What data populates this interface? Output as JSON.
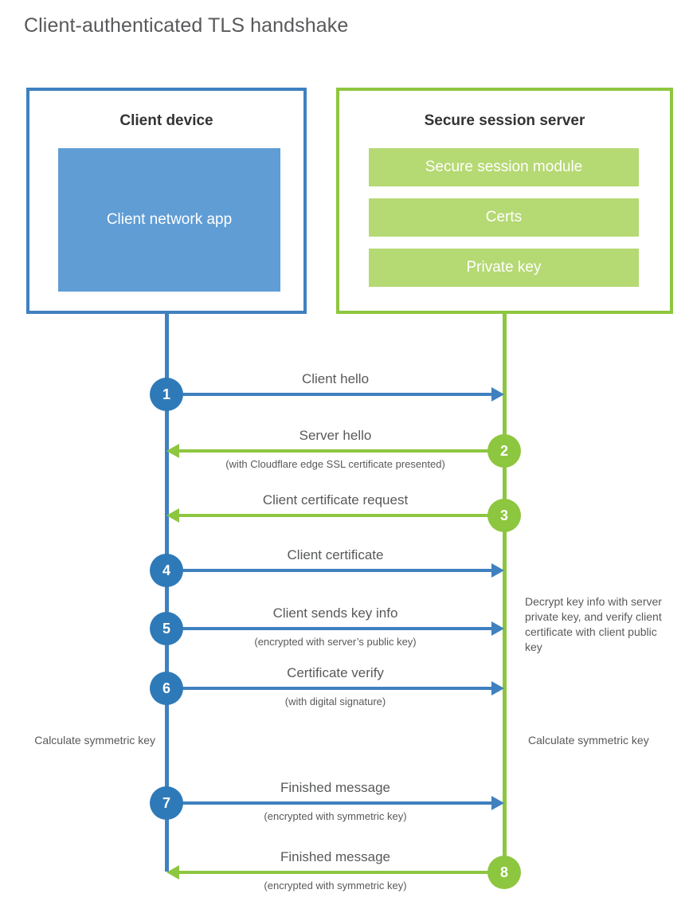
{
  "title": "Client-authenticated TLS handshake",
  "colors": {
    "blue_border": "#3f80bf",
    "blue_fill": "#609dd5",
    "blue_badge": "#2e7ab8",
    "green_border": "#8dc63f",
    "green_fill": "#b5d973",
    "text": "#58595b"
  },
  "client": {
    "title": "Client device",
    "app_label": "Client network app"
  },
  "server": {
    "title": "Secure session server",
    "items": [
      {
        "label": "Secure session module"
      },
      {
        "label": "Certs"
      },
      {
        "label": "Private key"
      }
    ]
  },
  "steps": [
    {
      "number": "1",
      "label": "Client hello",
      "sublabel": "",
      "direction": "client-to-server",
      "origin": "client"
    },
    {
      "number": "2",
      "label": "Server hello",
      "sublabel": "(with Cloudflare edge SSL certificate presented)",
      "direction": "server-to-client",
      "origin": "server"
    },
    {
      "number": "3",
      "label": "Client certificate request",
      "sublabel": "",
      "direction": "server-to-client",
      "origin": "server"
    },
    {
      "number": "4",
      "label": "Client certificate",
      "sublabel": "",
      "direction": "client-to-server",
      "origin": "client"
    },
    {
      "number": "5",
      "label": "Client sends key info",
      "sublabel": "(encrypted with server’s public key)",
      "direction": "client-to-server",
      "origin": "client"
    },
    {
      "number": "6",
      "label": "Certificate verify",
      "sublabel": "(with digital signature)",
      "direction": "client-to-server",
      "origin": "client"
    },
    {
      "number": "7",
      "label": "Finished message",
      "sublabel": "(encrypted with symmetric key)",
      "direction": "client-to-server",
      "origin": "client"
    },
    {
      "number": "8",
      "label": "Finished message",
      "sublabel": "(encrypted with symmetric key)",
      "direction": "server-to-client",
      "origin": "server"
    }
  ],
  "notes": {
    "decrypt": "Decrypt key info with server private key, and verify client certificate with client public key",
    "calculate_client": "Calculate symmetric key",
    "calculate_server": "Calculate symmetric key"
  }
}
